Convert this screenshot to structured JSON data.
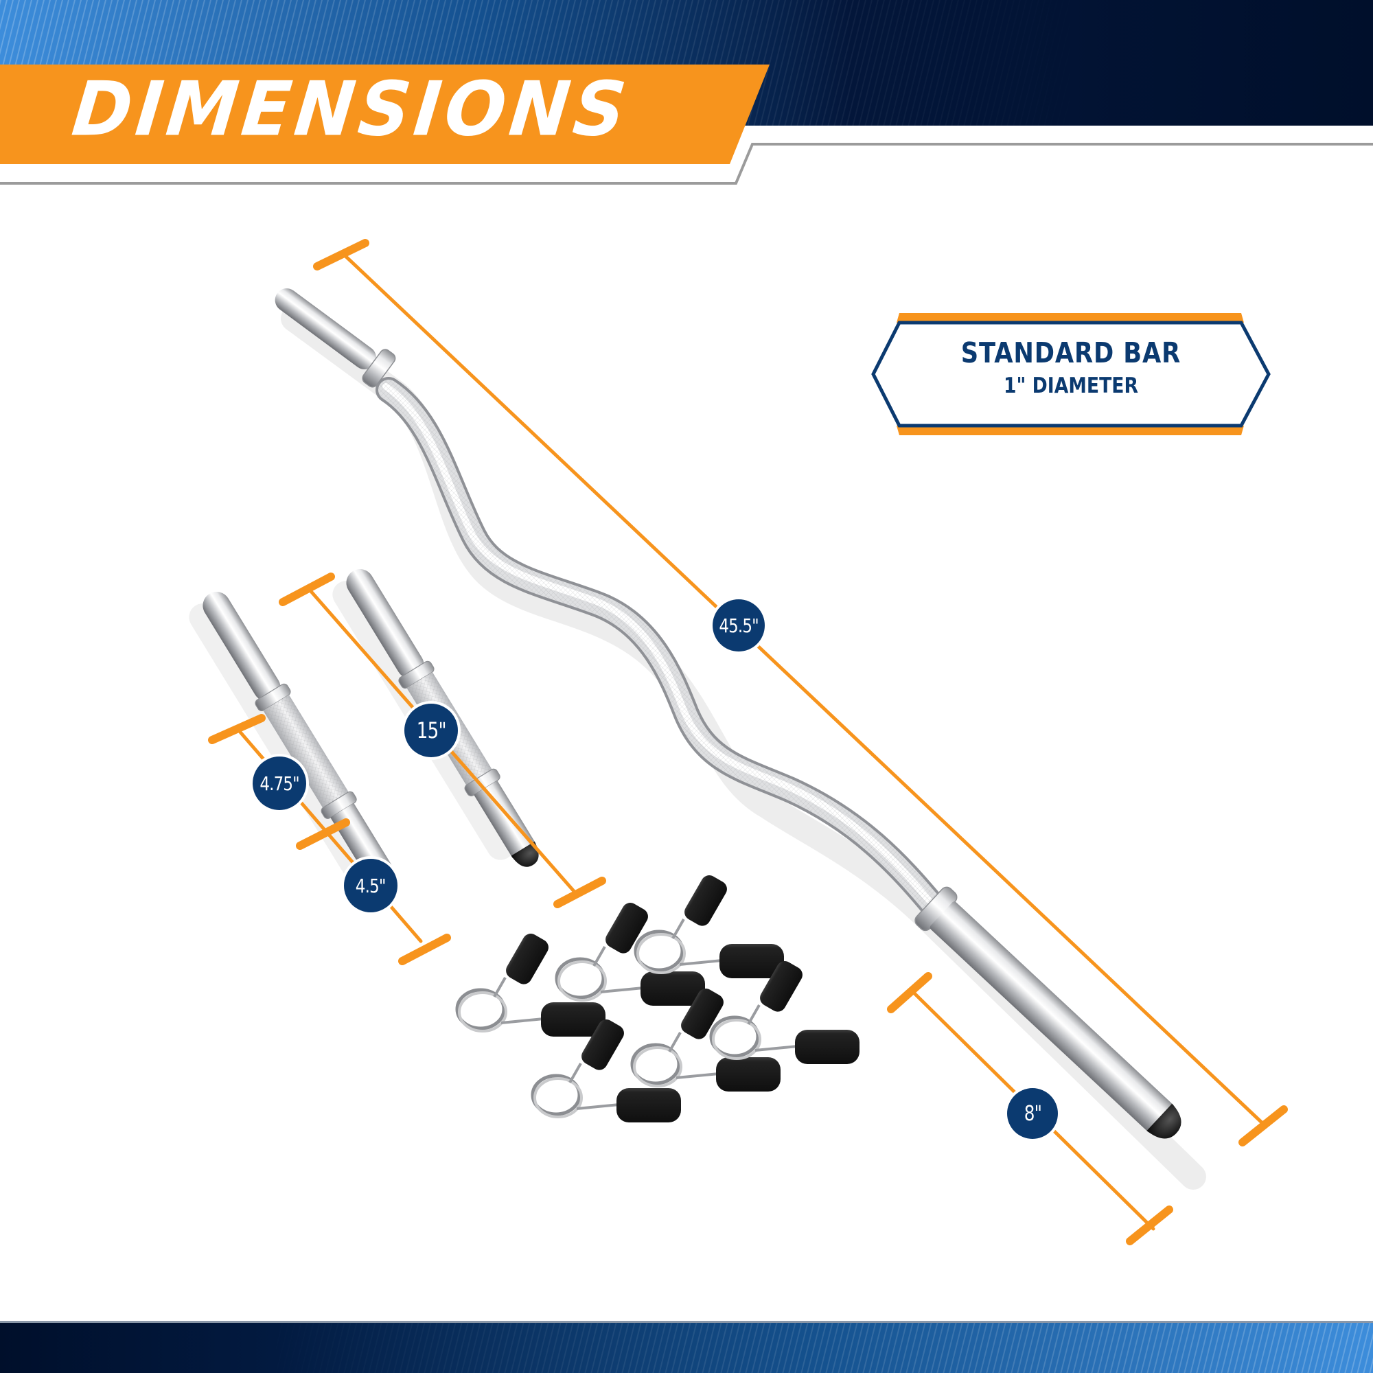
{
  "header": {
    "title": "DIMENSIONS"
  },
  "callout": {
    "line1": "STANDARD BAR",
    "line2": "1\" DIAMETER"
  },
  "measurements": {
    "curl_bar_length": "45.5\"",
    "curl_bar_sleeve": "8\"",
    "dumbbell_handle_length": "15\"",
    "dumbbell_grip": "4.75\"",
    "dumbbell_sleeve": "4.5\""
  },
  "products": {
    "curl_bar": "ez-curl-bar",
    "dumbbell_handles": 2,
    "spring_collars": 6
  },
  "colors": {
    "orange": "#f7941d",
    "navy": "#0b3a70",
    "dark_navy": "#000f2b",
    "bright_blue": "#3a8bd6",
    "gray_line": "#9b9b9b"
  }
}
